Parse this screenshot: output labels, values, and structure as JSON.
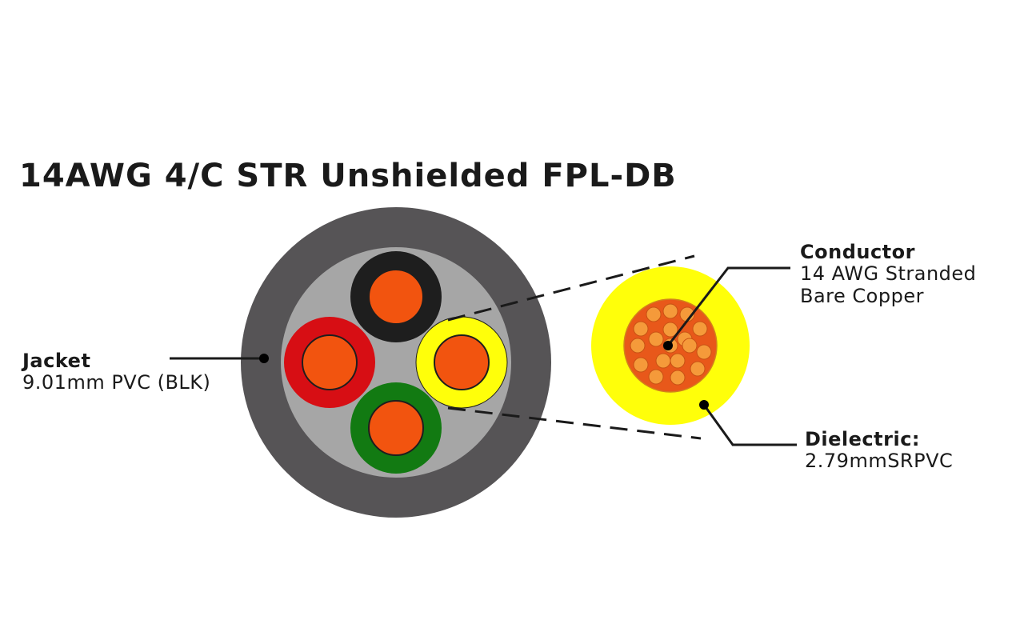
{
  "title": "14AWG 4/C STR Unshielded FPL-DB",
  "labels": {
    "jacket": {
      "heading": "Jacket",
      "detail": "9.01mm PVC (BLK)"
    },
    "conductor": {
      "heading": "Conductor",
      "line1": "14 AWG Stranded",
      "line2": "Bare Copper"
    },
    "dielectric": {
      "heading": "Dielectric:",
      "detail": "2.79mmSRPVC"
    }
  },
  "colors": {
    "jacket": "#565456",
    "filler": "#a6a6a6",
    "copper": "#f2540f",
    "strand": "#f07a22",
    "insulation_black": "#1e1e1e",
    "insulation_red": "#d70e14",
    "insulation_yellow": "#ffff0a",
    "insulation_green": "#127a12"
  }
}
